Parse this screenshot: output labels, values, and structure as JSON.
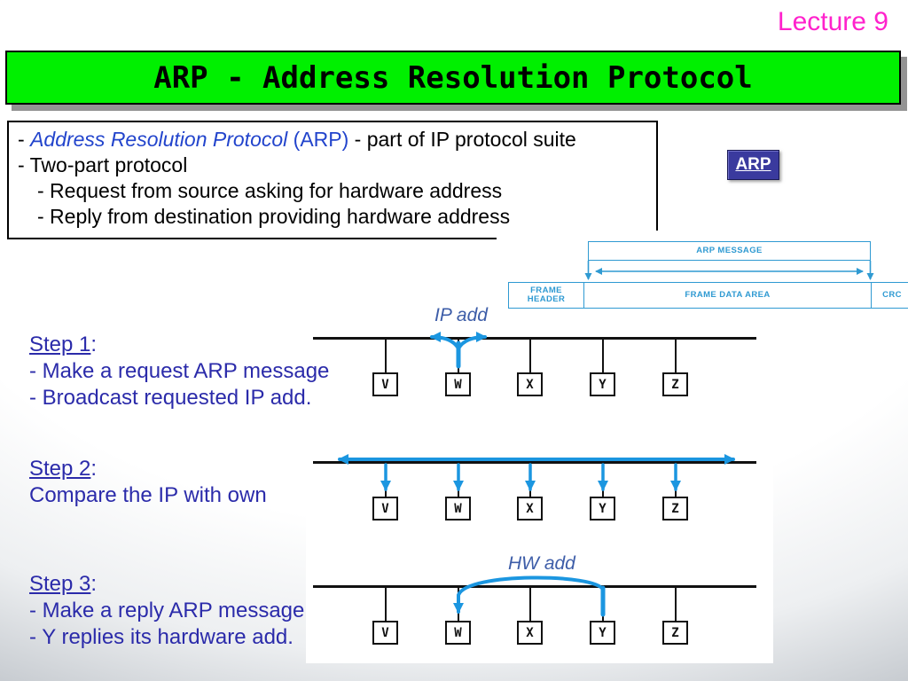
{
  "slide": {
    "lecture_label": "Lecture 9",
    "title": "ARP - Address Resolution Protocol"
  },
  "info_box": {
    "dash": "- ",
    "arp_italic": "Address Resolution Protocol",
    "arp_paren": " (ARP)",
    "line1_rest": " - part of IP protocol suite",
    "line2": "- Two-part protocol",
    "line3": "- Request from source asking for hardware address",
    "line4": "- Reply from destination providing hardware address"
  },
  "arp_button": {
    "label": "ARP"
  },
  "frame_diagram": {
    "arp_message": "ARP MESSAGE",
    "frame_header": "FRAME HEADER",
    "frame_data_area": "FRAME DATA AREA",
    "crc": "CRC"
  },
  "lan": {
    "nodes": [
      "V",
      "W",
      "X",
      "Y",
      "Z"
    ]
  },
  "labels": {
    "ip_add": "IP add",
    "hw_add": "HW add",
    "colon": ":"
  },
  "steps": [
    {
      "title": "Step 1",
      "lines": [
        "- Make a request ARP message",
        "- Broadcast requested IP add."
      ]
    },
    {
      "title": "Step 2",
      "lines": [
        "Compare the IP with own"
      ]
    },
    {
      "title": "Step 3",
      "lines": [
        "- Make a reply ARP message",
        "- Y replies its hardware add."
      ]
    }
  ],
  "colors": {
    "title_bg": "#00f000",
    "lecture_text": "#ff22cc",
    "step_text": "#2b2baa",
    "definition_blue": "#2244cc",
    "arrow_blue": "#1b96e0",
    "frame_blue": "#2f9ad2",
    "arp_button_bg": "#3a3a9e",
    "label_blue": "#3d5da8"
  }
}
